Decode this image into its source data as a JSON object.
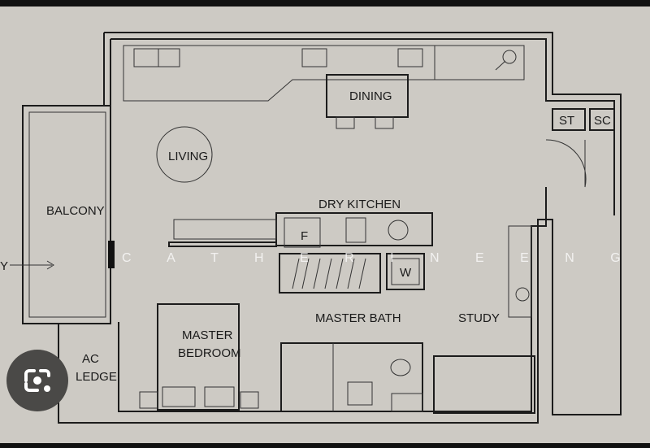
{
  "rooms": {
    "dining": "DINING",
    "living": "LIVING",
    "balcony": "BALCONY",
    "dry_kitchen": "DRY KITCHEN",
    "master_bath": "MASTER BATH",
    "study": "STUDY",
    "master_bedroom_1": "MASTER",
    "master_bedroom_2": "BEDROOM",
    "ac_ledge_1": "AC",
    "ac_ledge_2": "LEDGE",
    "st": "ST",
    "sc": "SC",
    "fridge": "F",
    "washer": "W",
    "entry_label": "Y"
  },
  "watermark": "C A T H E R I N E E N G",
  "lens_button": "visual-search",
  "colors": {
    "paper": "#cdcac4",
    "ink": "#1c1c1c",
    "frame": "#111111"
  }
}
